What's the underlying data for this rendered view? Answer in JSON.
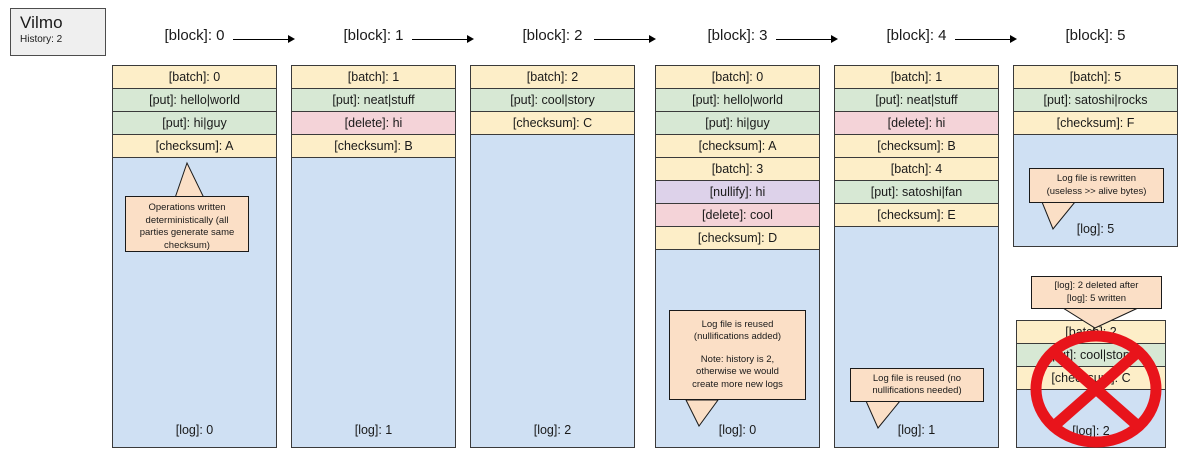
{
  "title_card": {
    "app_name": "Vilmo",
    "history_label": "History: 2"
  },
  "blocks": [
    {
      "header": "[block]: 0"
    },
    {
      "header": "[block]: 1"
    },
    {
      "header": "[block]: 2"
    },
    {
      "header": "[block]: 3"
    },
    {
      "header": "[block]: 4"
    },
    {
      "header": "[block]: 5"
    }
  ],
  "columns": [
    {
      "log_label": "[log]: 0",
      "rows": [
        {
          "kind": "batch",
          "text": "[batch]: 0"
        },
        {
          "kind": "put",
          "text": "[put]: hello|world"
        },
        {
          "kind": "put",
          "text": "[put]: hi|guy"
        },
        {
          "kind": "checksum",
          "text": "[checksum]: A"
        }
      ]
    },
    {
      "log_label": "[log]: 1",
      "rows": [
        {
          "kind": "batch",
          "text": "[batch]: 1"
        },
        {
          "kind": "put",
          "text": "[put]: neat|stuff"
        },
        {
          "kind": "delete",
          "text": "[delete]: hi"
        },
        {
          "kind": "checksum",
          "text": "[checksum]: B"
        }
      ]
    },
    {
      "log_label": "[log]: 2",
      "rows": [
        {
          "kind": "batch",
          "text": "[batch]: 2"
        },
        {
          "kind": "put",
          "text": "[put]: cool|story"
        },
        {
          "kind": "checksum",
          "text": "[checksum]: C"
        }
      ]
    },
    {
      "log_label": "[log]: 0",
      "rows": [
        {
          "kind": "batch",
          "text": "[batch]: 0"
        },
        {
          "kind": "put",
          "text": "[put]: hello|world"
        },
        {
          "kind": "put",
          "text": "[put]: hi|guy"
        },
        {
          "kind": "checksum",
          "text": "[checksum]: A"
        },
        {
          "kind": "batch",
          "text": "[batch]: 3"
        },
        {
          "kind": "nullify",
          "text": "[nullify]: hi"
        },
        {
          "kind": "delete",
          "text": "[delete]: cool"
        },
        {
          "kind": "checksum",
          "text": "[checksum]: D"
        }
      ]
    },
    {
      "log_label": "[log]: 1",
      "rows": [
        {
          "kind": "batch",
          "text": "[batch]: 1"
        },
        {
          "kind": "put",
          "text": "[put]: neat|stuff"
        },
        {
          "kind": "delete",
          "text": "[delete]: hi"
        },
        {
          "kind": "checksum",
          "text": "[checksum]: B"
        },
        {
          "kind": "batch",
          "text": "[batch]: 4"
        },
        {
          "kind": "put",
          "text": "[put]: satoshi|fan"
        },
        {
          "kind": "checksum",
          "text": "[checksum]: E"
        }
      ]
    },
    {
      "log_label": "[log]: 5",
      "rows": [
        {
          "kind": "batch",
          "text": "[batch]: 5"
        },
        {
          "kind": "put",
          "text": "[put]: satoshi|rocks"
        },
        {
          "kind": "checksum",
          "text": "[checksum]: F"
        }
      ]
    }
  ],
  "deleted_block": {
    "log_label": "[log]: 2",
    "rows": [
      {
        "kind": "batch",
        "text": "[batch]: 2"
      },
      {
        "kind": "put",
        "text": "[put]: cool|story"
      },
      {
        "kind": "checksum",
        "text": "[checksum]: C"
      }
    ]
  },
  "callouts": {
    "c0": "Operations written deterministically (all parties generate same checksum)",
    "c3_line1": "Log file is reused",
    "c3_line2": "(nullifications added)",
    "c3_line3": "Note: history is 2,",
    "c3_line4": "otherwise we would",
    "c3_line5": "create more new logs",
    "c4_line1": "Log file is reused (no",
    "c4_line2": "nullifications needed)",
    "c5_line1": "Log file is rewritten",
    "c5_line2": "(useless >> alive bytes)",
    "c5b_line1": "[log]: 2 deleted after",
    "c5b_line2": "[log]: 5 written"
  },
  "colors": {
    "batch_bg": "#fdeec8",
    "put_bg": "#d7e8d4",
    "delete_bg": "#f4d3d8",
    "nullify_bg": "#ddd2ea",
    "log_bg": "#cfe0f3",
    "callout_bg": "#fbdfc6",
    "no_symbol": "#e8141b"
  }
}
